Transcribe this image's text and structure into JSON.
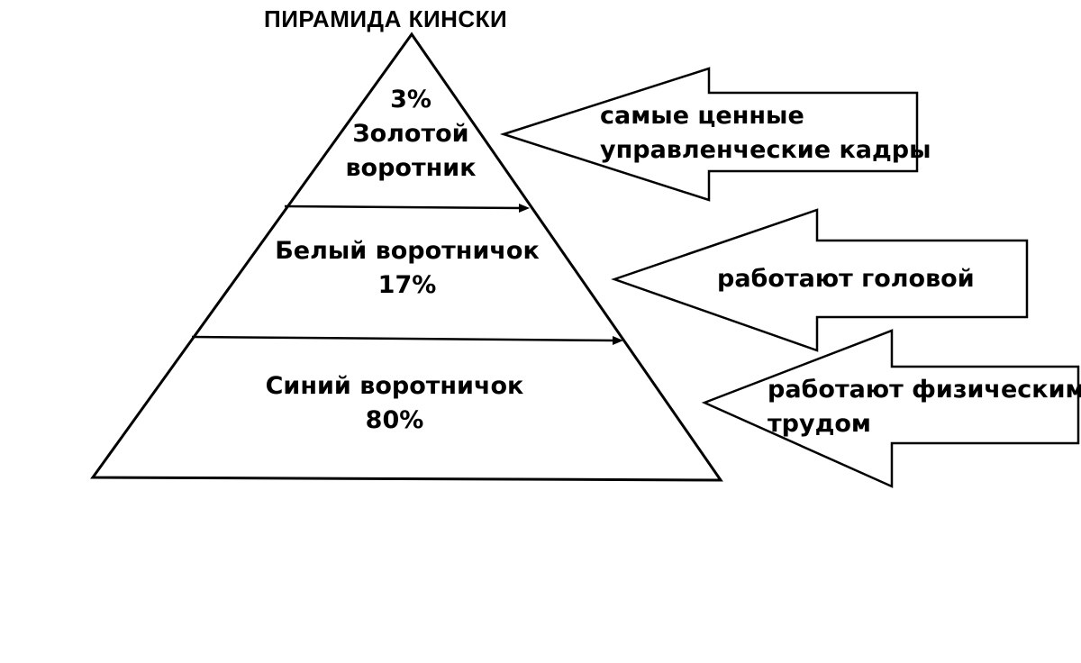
{
  "title": "ПИРАМИДА КИНСКИ",
  "pyramid": {
    "levels": [
      {
        "line1": "3%",
        "line2": "Золотой",
        "line3": "воротник"
      },
      {
        "line1": "Белый воротничок",
        "line2": "17%"
      },
      {
        "line1": "Синий воротничок",
        "line2": "80%"
      }
    ]
  },
  "arrows": [
    {
      "line1": "самые ценные",
      "line2": "управленческие кадры"
    },
    {
      "line1": "работают головой"
    },
    {
      "line1": "работают физическим",
      "line2": "трудом"
    }
  ],
  "colors": {
    "stroke": "#000000",
    "background": "#ffffff"
  }
}
